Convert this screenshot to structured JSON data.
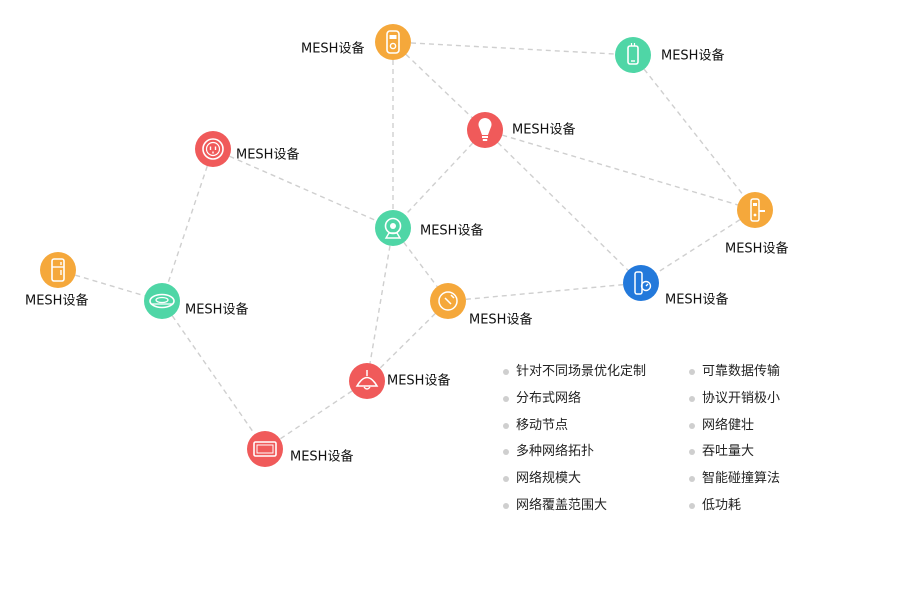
{
  "colors": {
    "orange": "#f5a83b",
    "green": "#4fd6a6",
    "red": "#f05a5a",
    "blue": "#2379db",
    "edge": "#cfcfcf",
    "bullet": "#cfcfcf"
  },
  "nodes": [
    {
      "id": "lock-top",
      "label": "MESH设备",
      "color": "orange",
      "icon": "door-lock-icon"
    },
    {
      "id": "phone",
      "label": "MESH设备",
      "color": "green",
      "icon": "phone-icon"
    },
    {
      "id": "bulb",
      "label": "MESH设备",
      "color": "red",
      "icon": "light-bulb-icon"
    },
    {
      "id": "socket",
      "label": "MESH设备",
      "color": "red",
      "icon": "power-socket-icon"
    },
    {
      "id": "camera",
      "label": "MESH设备",
      "color": "green",
      "icon": "camera-icon"
    },
    {
      "id": "smart-lock",
      "label": "MESH设备",
      "color": "orange",
      "icon": "smart-lock-icon"
    },
    {
      "id": "fridge",
      "label": "MESH设备",
      "color": "orange",
      "icon": "fridge-icon"
    },
    {
      "id": "sensor",
      "label": "MESH设备",
      "color": "green",
      "icon": "smoke-sensor-icon"
    },
    {
      "id": "plug",
      "label": "MESH设备",
      "color": "orange",
      "icon": "smart-plug-icon"
    },
    {
      "id": "thermo",
      "label": "MESH设备",
      "color": "blue",
      "icon": "thermometer-icon"
    },
    {
      "id": "lamp",
      "label": "MESH设备",
      "color": "red",
      "icon": "pendant-lamp-icon"
    },
    {
      "id": "tv",
      "label": "MESH设备",
      "color": "red",
      "icon": "tv-icon"
    }
  ],
  "edges": [
    [
      "lock-top",
      "phone"
    ],
    [
      "lock-top",
      "bulb"
    ],
    [
      "lock-top",
      "camera"
    ],
    [
      "phone",
      "smart-lock"
    ],
    [
      "bulb",
      "smart-lock"
    ],
    [
      "bulb",
      "camera"
    ],
    [
      "bulb",
      "thermo"
    ],
    [
      "socket",
      "camera"
    ],
    [
      "socket",
      "sensor"
    ],
    [
      "camera",
      "plug"
    ],
    [
      "camera",
      "lamp"
    ],
    [
      "fridge",
      "sensor"
    ],
    [
      "sensor",
      "tv"
    ],
    [
      "plug",
      "thermo"
    ],
    [
      "plug",
      "lamp"
    ],
    [
      "smart-lock",
      "thermo"
    ],
    [
      "lamp",
      "tv"
    ]
  ],
  "features": {
    "left": [
      "针对不同场景优化定制",
      "分布式网络",
      "移动节点",
      "多种网络拓扑",
      "网络规模大",
      "网络覆盖范围大"
    ],
    "right": [
      "可靠数据传输",
      "协议开销极小",
      "网络健壮",
      "吞吐量大",
      "智能碰撞算法",
      "低功耗"
    ]
  }
}
